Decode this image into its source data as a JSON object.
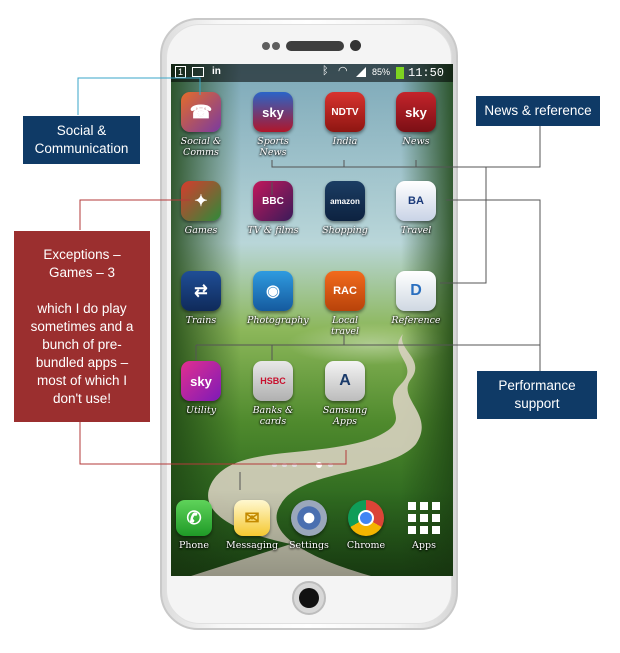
{
  "status_bar": {
    "notification_badge": "1",
    "battery": "85%",
    "time": "11:50"
  },
  "apps": [
    {
      "id": "social",
      "label": "Social &\nComms"
    },
    {
      "id": "sports",
      "label": "Sports News",
      "icon_text": "sky"
    },
    {
      "id": "india",
      "label": "India",
      "icon_text": "NDTV"
    },
    {
      "id": "news",
      "label": "News",
      "icon_text": "sky"
    },
    {
      "id": "games",
      "label": "Games"
    },
    {
      "id": "tvfilms",
      "label": "TV & films",
      "icon_text": "BBC"
    },
    {
      "id": "shopping",
      "label": "Shopping",
      "icon_text": "amazon"
    },
    {
      "id": "travel",
      "label": "Travel",
      "icon_text": "BA"
    },
    {
      "id": "trains",
      "label": "Trains"
    },
    {
      "id": "photo",
      "label": "Photography"
    },
    {
      "id": "localtravel",
      "label": "Local travel",
      "icon_text": "RAC"
    },
    {
      "id": "reference",
      "label": "Reference",
      "icon_text": "D"
    },
    {
      "id": "utility",
      "label": "Utility",
      "icon_text": "sky"
    },
    {
      "id": "banks",
      "label": "Banks &\ncards",
      "icon_text": "HSBC"
    },
    {
      "id": "samsung",
      "label": "Samsung\nApps",
      "icon_text": "A"
    }
  ],
  "dock": [
    {
      "id": "phone",
      "label": "Phone"
    },
    {
      "id": "messaging",
      "label": "Messaging"
    },
    {
      "id": "settings",
      "label": "Settings"
    },
    {
      "id": "chrome",
      "label": "Chrome"
    },
    {
      "id": "apps",
      "label": "Apps"
    }
  ],
  "callouts": {
    "social": {
      "line1": "Social &",
      "line2": "Communication"
    },
    "news": {
      "text": "News & reference"
    },
    "exceptions": {
      "line1": "Exceptions –",
      "line2": "Games – 3",
      "body": "which I do play sometimes and a bunch of pre-bundled apps – most of which I don't use!"
    },
    "performance": {
      "line1": "Performance",
      "line2": "support"
    }
  },
  "colors": {
    "navy": "#0f3a66",
    "red": "#9b2f2f",
    "teal_line": "#3aa6c8",
    "grey_line": "#555555",
    "red_line": "#b33a3a"
  }
}
